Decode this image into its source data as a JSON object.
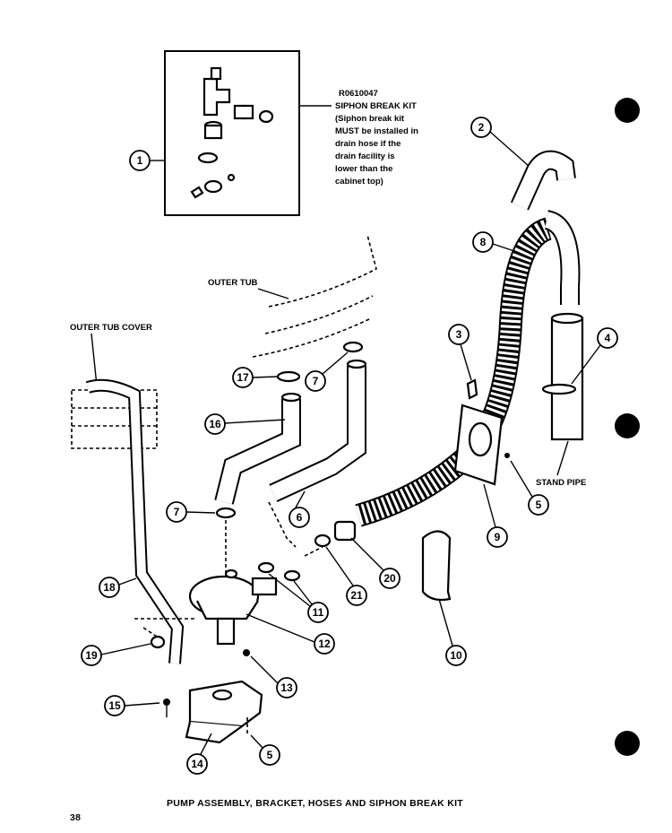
{
  "kit": {
    "part_number": "R0610047",
    "name": "SIPHON BREAK KIT",
    "note_lines": [
      "(Siphon break kit",
      "MUST be installed in",
      "drain hose if the",
      "drain facility is",
      "lower than the",
      "cabinet top)"
    ]
  },
  "labels": {
    "outer_tub": "OUTER TUB",
    "outer_tub_cover": "OUTER TUB COVER",
    "stand_pipe": "STAND PIPE"
  },
  "callouts": {
    "c1": "1",
    "c2": "2",
    "c3": "3",
    "c4": "4",
    "c5a": "5",
    "c5b": "5",
    "c6": "6",
    "c7a": "7",
    "c7b": "7",
    "c8": "8",
    "c9": "9",
    "c10": "10",
    "c11": "11",
    "c12": "12",
    "c13": "13",
    "c14": "14",
    "c15": "15",
    "c16": "16",
    "c17": "17",
    "c18": "18",
    "c19": "19",
    "c20": "20",
    "c21": "21"
  },
  "title": "PUMP ASSEMBLY, BRACKET, HOSES AND SIPHON BREAK KIT",
  "page_number": "38",
  "colors": {
    "ink": "#000000",
    "paper": "#ffffff"
  }
}
